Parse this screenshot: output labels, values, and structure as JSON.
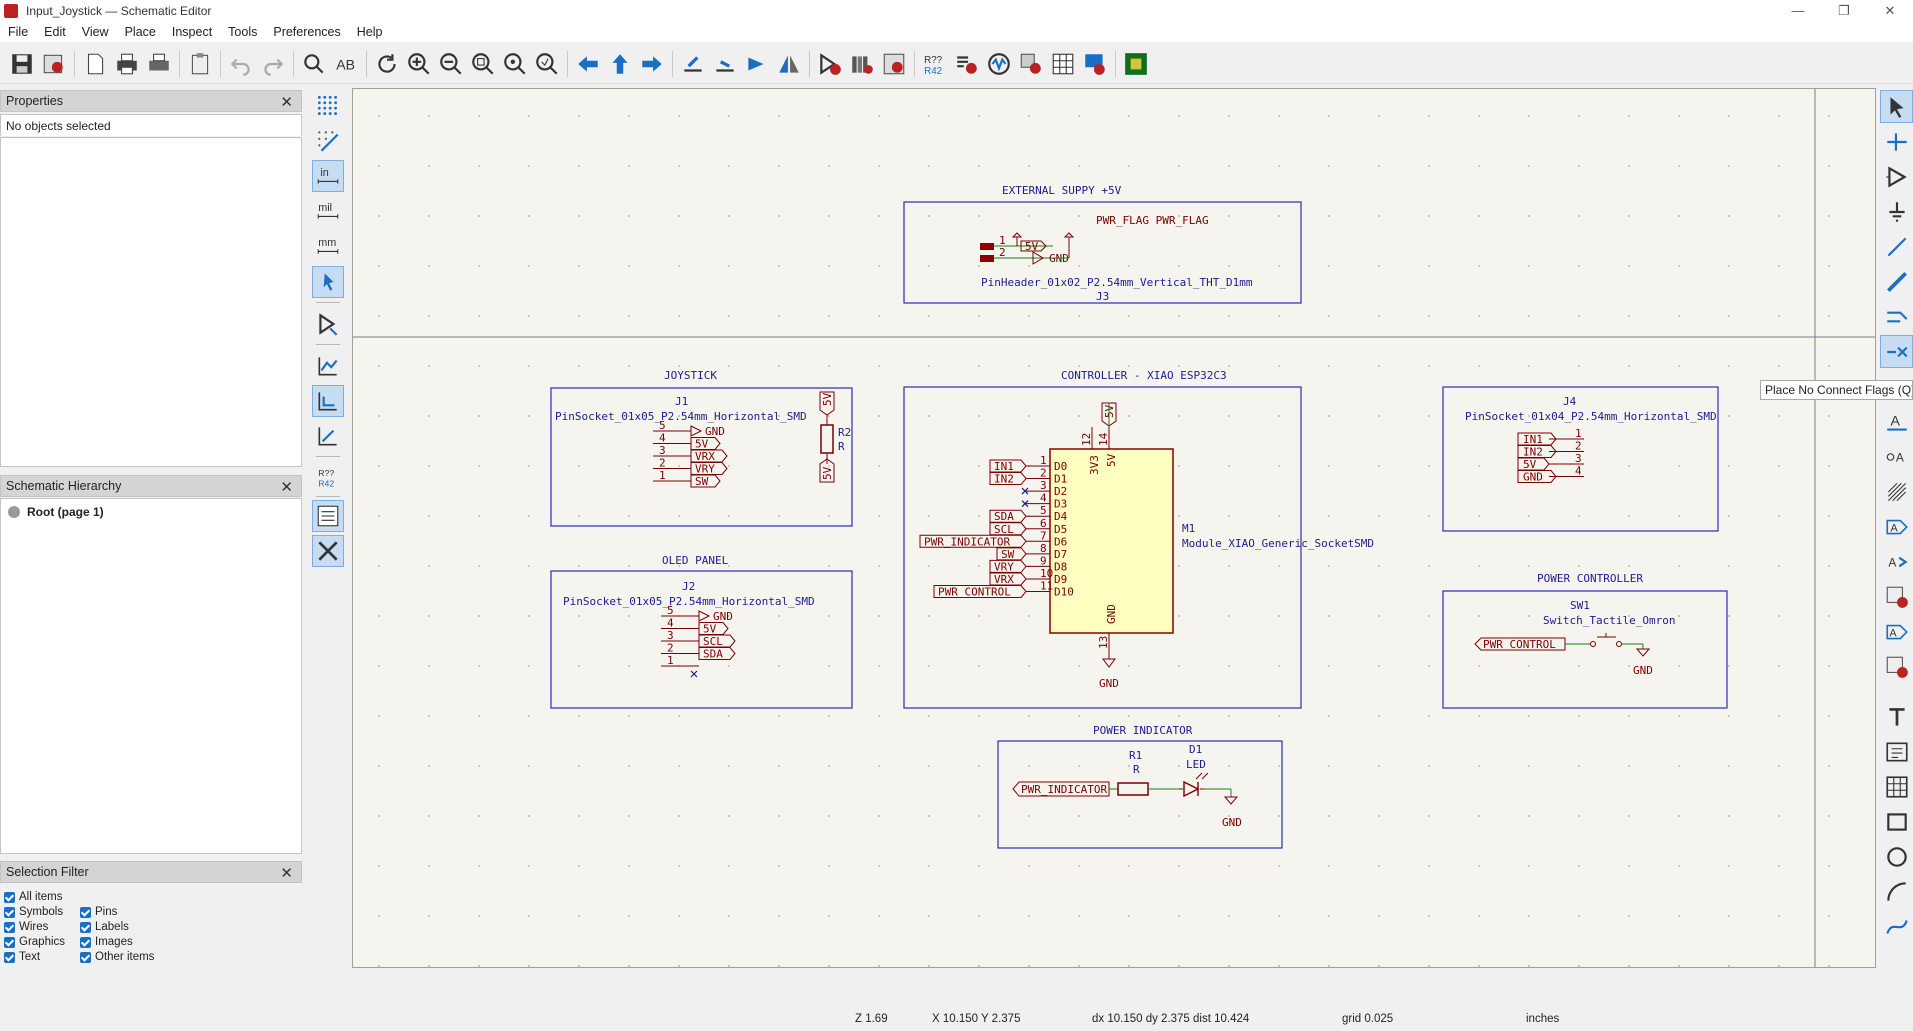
{
  "window": {
    "title": "Input_Joystick — Schematic Editor",
    "controls": [
      "—",
      "❐",
      "✕"
    ]
  },
  "menu": [
    "File",
    "Edit",
    "View",
    "Place",
    "Inspect",
    "Tools",
    "Preferences",
    "Help"
  ],
  "properties": {
    "title": "Properties",
    "status": "No objects selected"
  },
  "hierarchy": {
    "title": "Schematic Hierarchy",
    "root": "Root (page 1)"
  },
  "selection_filter": {
    "title": "Selection Filter",
    "items": [
      "All items",
      "Pins",
      "Symbols",
      "Labels",
      "Wires",
      "Images",
      "Graphics",
      "Other items",
      "Text"
    ]
  },
  "left_toolbar": {
    "units": [
      "in",
      "mil",
      "mm"
    ]
  },
  "tooltip": "Place No Connect Flags  (Q)",
  "schematic": {
    "colors": {
      "box": "#2b2bb5",
      "title": "#1c1c8c",
      "body": "#7a0000",
      "fill": "#ffffc2",
      "wire": "#118811",
      "ref": "#1c1c8c",
      "net": "#7a0000"
    },
    "blocks": {
      "ext": {
        "title": "EXTERNAL SUPPY +5V",
        "ref": "J3",
        "value": "PinHeader_01x02_P2.54mm_Vertical_THT_D1mm",
        "flags": "PWR_FLAG PWR_FLAG",
        "net_5v": "5V",
        "net_gnd": "GND",
        "pins": [
          "1",
          "2"
        ]
      },
      "joystick": {
        "title": "JOYSTICK",
        "ref": "J1",
        "value": "PinSocket_01x05_P2.54mm_Horizontal_SMD",
        "pins": [
          "5",
          "4",
          "3",
          "2",
          "1"
        ],
        "nets": [
          "GND",
          "5V",
          "VRX",
          "VRY",
          "SW"
        ],
        "r_ref": "R2",
        "r_val": "R",
        "r_top": "5V",
        "r_bot": "5V"
      },
      "oled": {
        "title": "OLED PANEL",
        "ref": "J2",
        "value": "PinSocket_01x05_P2.54mm_Horizontal_SMD",
        "pins": [
          "5",
          "4",
          "3",
          "2",
          "1"
        ],
        "nets": [
          "GND",
          "5V",
          "SCL",
          "SDA"
        ]
      },
      "controller": {
        "title": "CONTROLLER - XIAO ESP32C3",
        "ref": "M1",
        "value": "Module_XIAO_Generic_SocketSMD",
        "left_pins": [
          "D0",
          "D1",
          "D2",
          "D3",
          "D4",
          "D5",
          "D6",
          "D7",
          "D8",
          "D9",
          "D10"
        ],
        "left_nums": [
          "1",
          "2",
          "3",
          "4",
          "5",
          "6",
          "7",
          "8",
          "9",
          "10",
          "11"
        ],
        "left_nets": [
          "IN1",
          "IN2",
          "",
          "",
          "SDA",
          "SCL",
          "PWR_INDICATOR",
          "SW",
          "VRY",
          "VRX",
          "PWR_CONTROL"
        ],
        "top_pin_3v3": "3V3",
        "top_pin_5v": "5V",
        "top_num_3v3": "12",
        "top_num_5v": "14",
        "top_net": "5V",
        "gnd_pin": "GND",
        "gnd_num": "13",
        "gnd_net": "GND"
      },
      "j4": {
        "ref": "J4",
        "value": "PinSocket_01x04_P2.54mm_Horizontal_SMD",
        "nets": [
          "IN1",
          "IN2",
          "5V",
          "GND"
        ],
        "pins": [
          "1",
          "2",
          "3",
          "4"
        ]
      },
      "power_controller": {
        "title": "POWER CONTROLLER",
        "ref": "SW1",
        "value": "Switch_Tactile_Omron",
        "net": "PWR_CONTROL",
        "gnd": "GND"
      },
      "power_indicator": {
        "title": "POWER INDICATOR",
        "r_ref": "R1",
        "r_val": "R",
        "d_ref": "D1",
        "d_val": "LED",
        "net": "PWR_INDICATOR",
        "gnd": "GND"
      }
    }
  },
  "status": {
    "zoom": "Z 1.69",
    "xy": "X 10.150  Y 2.375",
    "delta": "dx 10.150  dy 2.375  dist 10.424",
    "grid": "grid 0.025",
    "units": "inches"
  }
}
